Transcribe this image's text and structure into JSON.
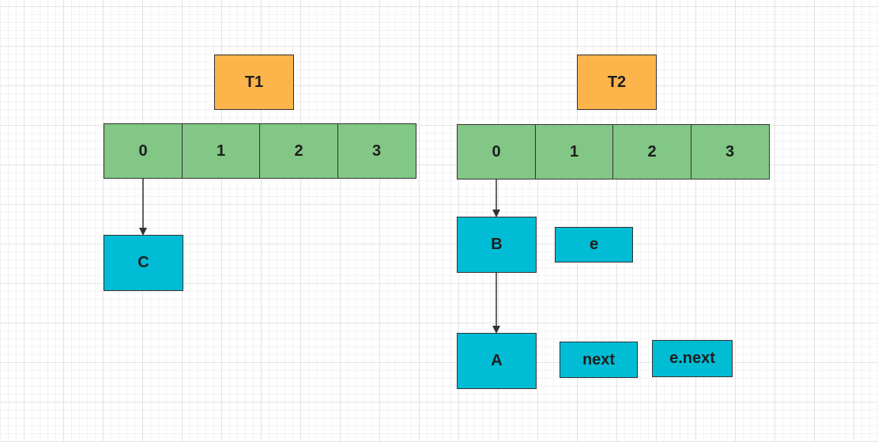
{
  "colors": {
    "table_label": "#fdb44a",
    "bucket": "#82c785",
    "node": "#00bcd4",
    "stroke": "#333333"
  },
  "tables": [
    {
      "label": "T1",
      "buckets": [
        "0",
        "1",
        "2",
        "3"
      ]
    },
    {
      "label": "T2",
      "buckets": [
        "0",
        "1",
        "2",
        "3"
      ]
    }
  ],
  "nodes": {
    "c": "C",
    "b": "B",
    "a": "A"
  },
  "pointers": {
    "e": "e",
    "next": "next",
    "e_next": "e.next"
  }
}
